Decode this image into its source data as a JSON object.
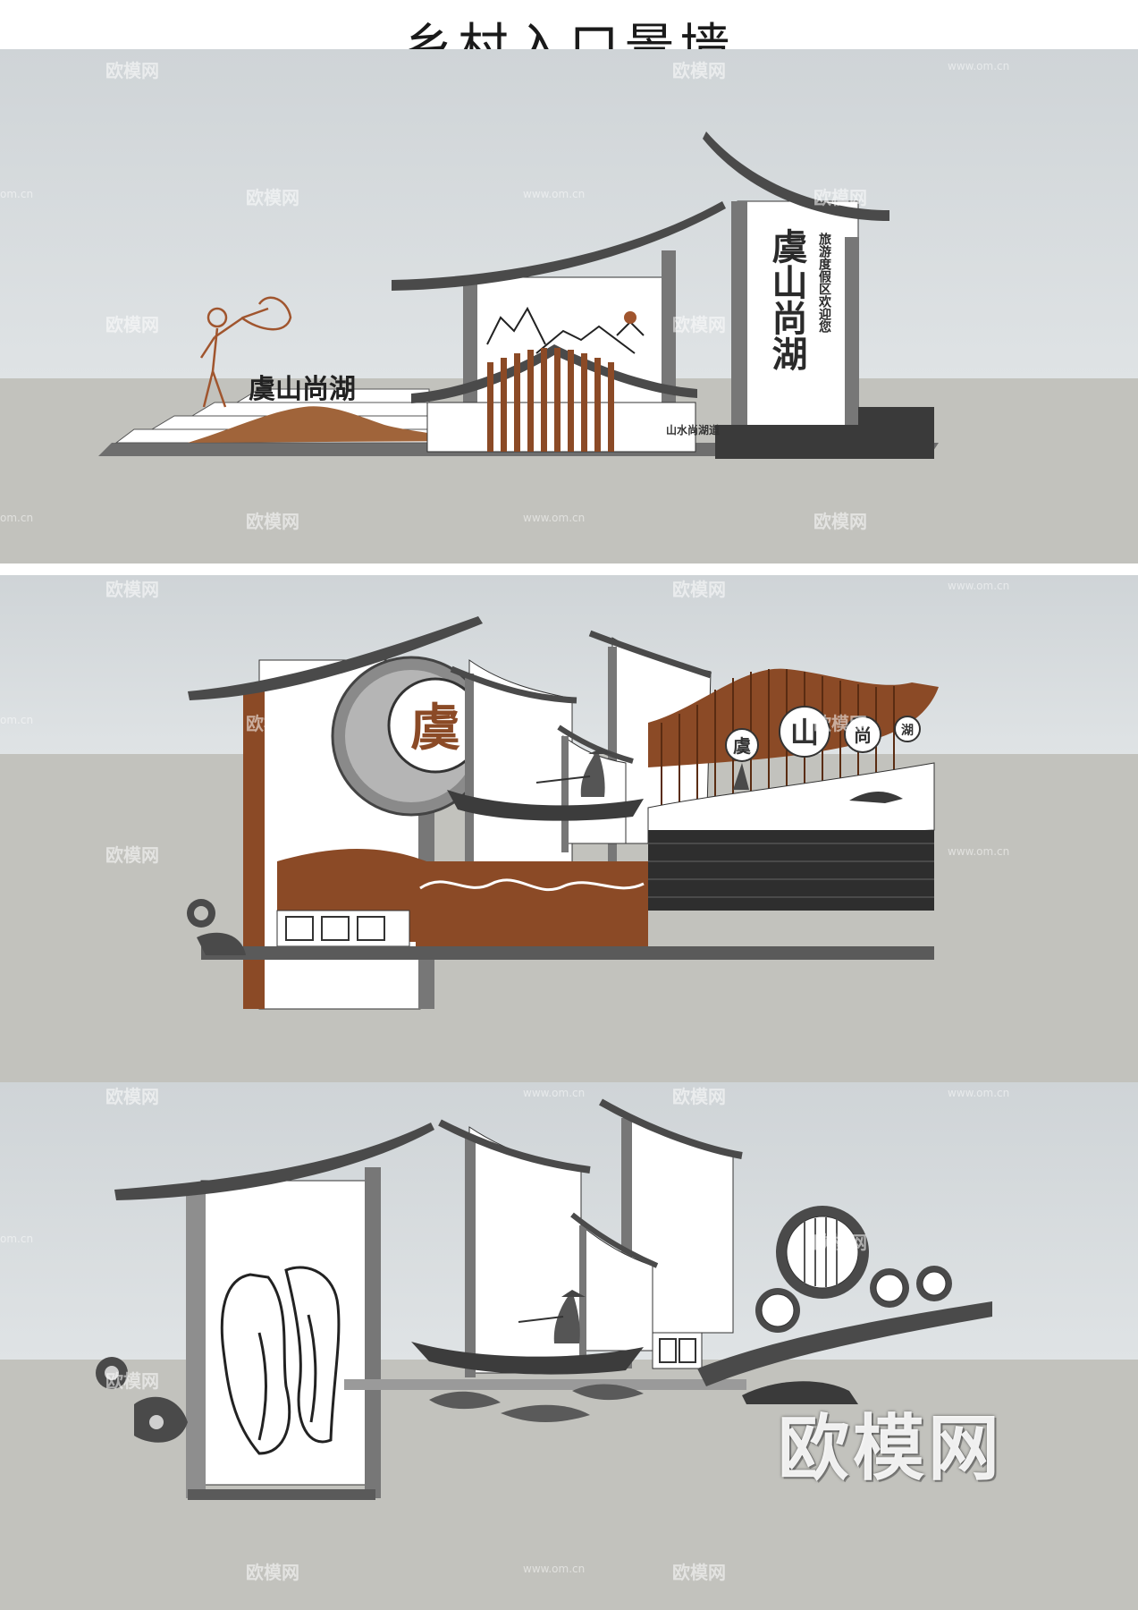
{
  "page": {
    "title": "乡村入口景墙"
  },
  "panel1": {
    "stone_sign": "虞山尚湖",
    "tall_sign": "虞山尚湖",
    "tall_sign_sub": "旅游度假区欢迎您",
    "small_sign": "山水尚湖道"
  },
  "panel2": {
    "moon_char": "虞",
    "wave_chars": [
      "虞",
      "山",
      "尚",
      "湖"
    ]
  },
  "panel3": {},
  "watermarks": {
    "logo": "欧模网",
    "url": "www.om.cn",
    "url_short": "om.cn",
    "big": "欧模网"
  },
  "colors": {
    "sky": "#d5d9db",
    "ground": "#c2c2bd",
    "roof": "#4a4a4a",
    "wood": "#8b4a26",
    "wall": "#ffffff"
  }
}
